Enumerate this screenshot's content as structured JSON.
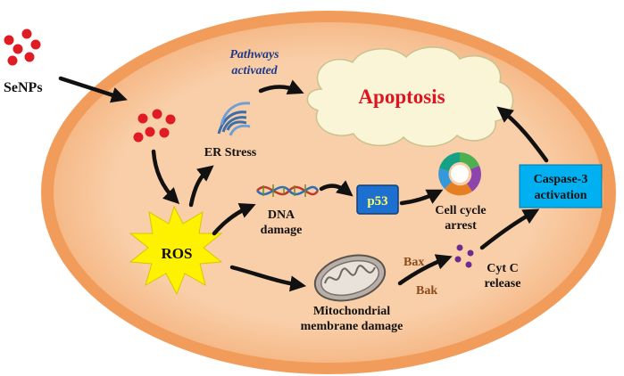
{
  "labels": {
    "senps": "SeNPs",
    "pathways_line1": "Pathways",
    "pathways_line2": "activated",
    "apoptosis": "Apoptosis",
    "er_stress": "ER Stress",
    "ros": "ROS",
    "dna_line1": "DNA",
    "dna_line2": "damage",
    "p53": "p53",
    "cell_cycle_line1": "Cell cycle",
    "cell_cycle_line2": "arrest",
    "caspase_line1": "Caspase-3",
    "caspase_line2": "activation",
    "bax": "Bax",
    "bak": "Bak",
    "cytc_line1": "Cyt C",
    "cytc_line2": "release",
    "mito_line1": "Mitochondrial",
    "mito_line2": "membrane damage"
  },
  "colors": {
    "cell_fill": "#f8c8a0",
    "cell_rim": "#f29c5c",
    "nanoparticle": "#e01b24",
    "cloud_fill": "#fbf5d8",
    "ros_star": "#fff200",
    "p53_box": "#1d6fd0",
    "caspase_box": "#00b0f0",
    "cyt_c": "#6a2c91",
    "arrow": "#111111"
  }
}
